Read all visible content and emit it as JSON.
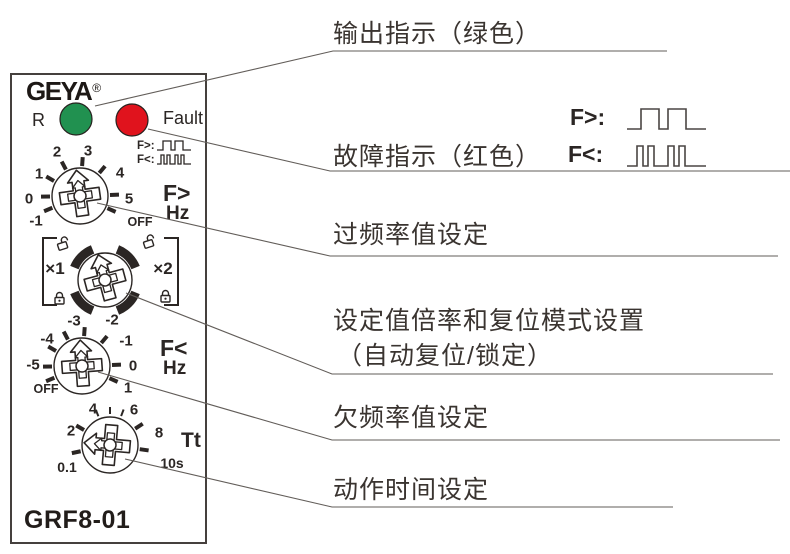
{
  "panel": {
    "brand": "GEYA",
    "reg": "®",
    "model": "GRF8-01",
    "led_r": "R",
    "led_fault": "Fault",
    "mini_over_label": "F>:",
    "mini_under_label": "F<:",
    "over_knob": {
      "title": "F>",
      "unit": "Hz",
      "scale": [
        "2",
        "3",
        "1",
        "4",
        "0",
        "5",
        "-1",
        "OFF"
      ]
    },
    "mult_knob": {
      "x1": "×1",
      "x2": "×2"
    },
    "under_knob": {
      "title": "F<",
      "unit": "Hz",
      "scale": [
        "-3",
        "-2",
        "-4",
        "-1",
        "-5",
        "0",
        "OFF",
        "1"
      ]
    },
    "time_knob": {
      "title": "Tt",
      "scale": [
        "4",
        "6",
        "2",
        "8",
        "0.1",
        "10s"
      ]
    }
  },
  "colors": {
    "green": "#219150",
    "red": "#e0131d"
  },
  "annotations": {
    "output": "输出指示（绿色）",
    "fault": "故障指示（红色）",
    "over": "过频率值设定",
    "mult_line1": "设定值倍率和复位模式设置",
    "mult_line2": "（自动复位/锁定）",
    "under": "欠频率值设定",
    "time": "动作时间设定",
    "wave_over_label": "F>:",
    "wave_under_label": "F<:"
  }
}
